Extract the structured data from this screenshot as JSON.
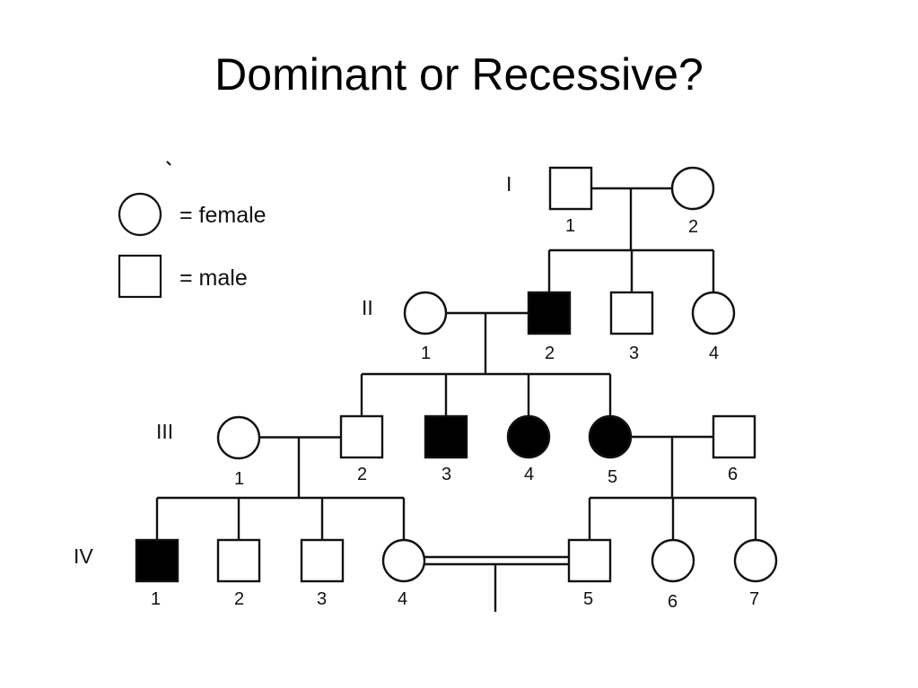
{
  "title": "Dominant or Recessive?",
  "legend": {
    "female": "= female",
    "male": "= male"
  },
  "generations": [
    "I",
    "II",
    "III",
    "IV"
  ],
  "individuals": [
    {
      "id": "I-1",
      "gen": "I",
      "num": "1",
      "sex": "male",
      "affected": false
    },
    {
      "id": "I-2",
      "gen": "I",
      "num": "2",
      "sex": "female",
      "affected": false
    },
    {
      "id": "II-1",
      "gen": "II",
      "num": "1",
      "sex": "female",
      "affected": false
    },
    {
      "id": "II-2",
      "gen": "II",
      "num": "2",
      "sex": "male",
      "affected": true
    },
    {
      "id": "II-3",
      "gen": "II",
      "num": "3",
      "sex": "male",
      "affected": false
    },
    {
      "id": "II-4",
      "gen": "II",
      "num": "4",
      "sex": "female",
      "affected": false
    },
    {
      "id": "III-1",
      "gen": "III",
      "num": "1",
      "sex": "female",
      "affected": false
    },
    {
      "id": "III-2",
      "gen": "III",
      "num": "2",
      "sex": "male",
      "affected": false
    },
    {
      "id": "III-3",
      "gen": "III",
      "num": "3",
      "sex": "male",
      "affected": true
    },
    {
      "id": "III-4",
      "gen": "III",
      "num": "4",
      "sex": "female",
      "affected": true
    },
    {
      "id": "III-5",
      "gen": "III",
      "num": "5",
      "sex": "female",
      "affected": true
    },
    {
      "id": "III-6",
      "gen": "III",
      "num": "6",
      "sex": "male",
      "affected": false
    },
    {
      "id": "IV-1",
      "gen": "IV",
      "num": "1",
      "sex": "male",
      "affected": true
    },
    {
      "id": "IV-2",
      "gen": "IV",
      "num": "2",
      "sex": "male",
      "affected": false
    },
    {
      "id": "IV-3",
      "gen": "IV",
      "num": "3",
      "sex": "male",
      "affected": false
    },
    {
      "id": "IV-4",
      "gen": "IV",
      "num": "4",
      "sex": "female",
      "affected": false
    },
    {
      "id": "IV-5",
      "gen": "IV",
      "num": "5",
      "sex": "male",
      "affected": false
    },
    {
      "id": "IV-6",
      "gen": "IV",
      "num": "6",
      "sex": "female",
      "affected": false
    },
    {
      "id": "IV-7",
      "gen": "IV",
      "num": "7",
      "sex": "female",
      "affected": false
    }
  ],
  "matings": [
    {
      "partners": [
        "I-1",
        "I-2"
      ],
      "children": [
        "II-2",
        "II-3",
        "II-4"
      ],
      "consanguineous": false
    },
    {
      "partners": [
        "II-1",
        "II-2"
      ],
      "children": [
        "III-2",
        "III-3",
        "III-4",
        "III-5"
      ],
      "consanguineous": false
    },
    {
      "partners": [
        "III-1",
        "III-2"
      ],
      "children": [
        "IV-1",
        "IV-2",
        "IV-3",
        "IV-4"
      ],
      "consanguineous": false
    },
    {
      "partners": [
        "III-5",
        "III-6"
      ],
      "children": [
        "IV-5",
        "IV-6",
        "IV-7"
      ],
      "consanguineous": false
    },
    {
      "partners": [
        "IV-4",
        "IV-5"
      ],
      "children": [],
      "consanguineous": true
    }
  ]
}
